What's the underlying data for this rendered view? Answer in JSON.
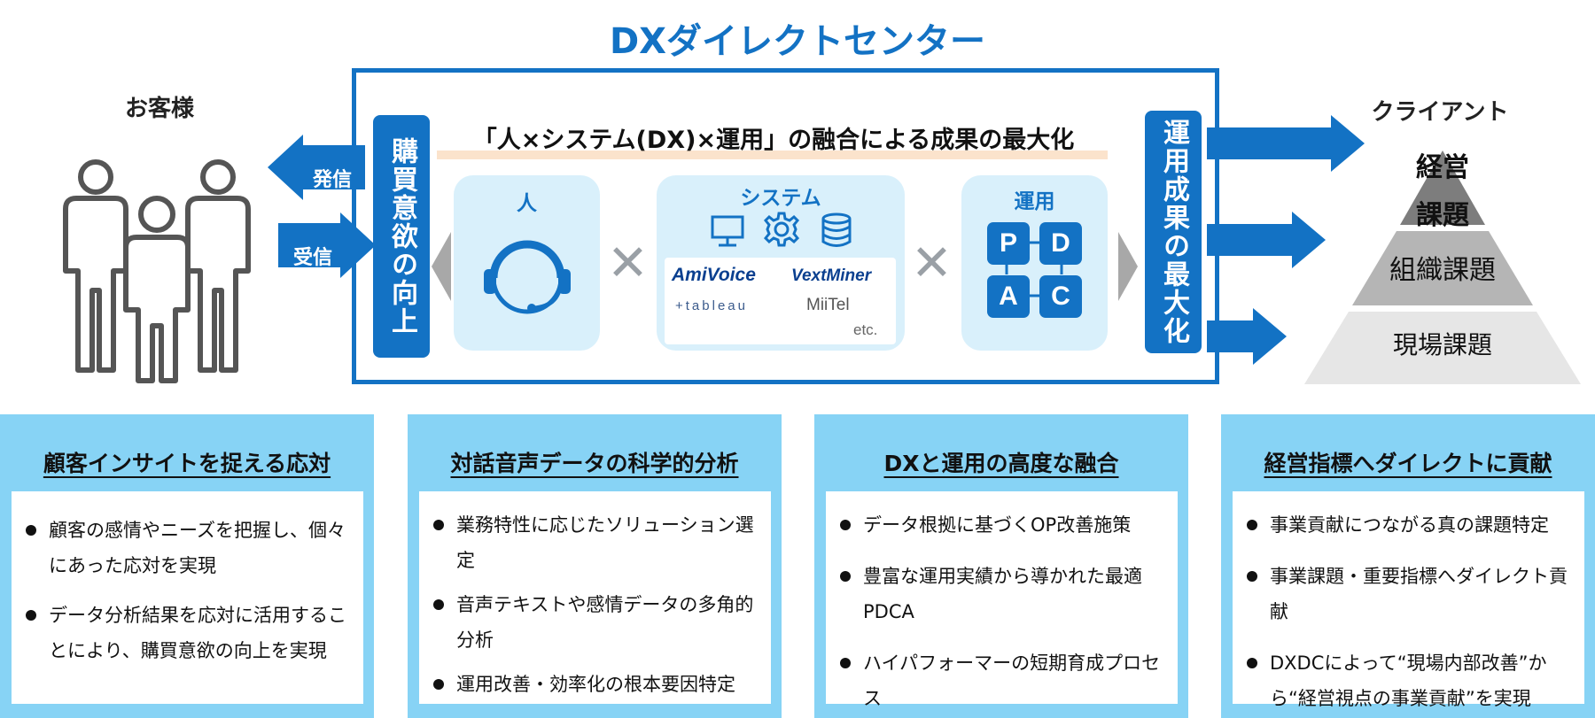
{
  "title": "DXダイレクトセンター",
  "customer_label": "お客様",
  "arrow_send": "発信",
  "arrow_receive": "受信",
  "left_bar": "購買意欲の向上",
  "right_bar": "運用成果の最大化",
  "banner": "「人×システム(DX)×運用」の融合による成果の最大化",
  "card_person": "人",
  "card_system": "システム",
  "card_ops": "運用",
  "logos": {
    "amivoice": "AmiVoice",
    "vextminer": "VextMiner",
    "tableau": "+tableau",
    "miitel": "MiiTel",
    "etc": "etc."
  },
  "pdca": [
    "P",
    "D",
    "A",
    "C"
  ],
  "client_label": "クライアント",
  "pyramid": {
    "top_line1": "経営",
    "top_line2": "課題",
    "middle": "組織課題",
    "bottom": "現場課題"
  },
  "colors": {
    "primary": "#1372c4",
    "card": "#d9f0fb",
    "panel": "#87d3f5",
    "pyramid_top": "#7d7d7d",
    "pyramid_mid": "#b5b5b5",
    "pyramid_bottom": "#e6e6e6"
  },
  "panels": [
    {
      "title": "顧客インサイトを捉える応対",
      "items": [
        "顧客の感情やニーズを把握し、個々にあった応対を実現",
        "データ分析結果を応対に活用することにより、購買意欲の向上を実現"
      ]
    },
    {
      "title": "対話音声データの科学的分析",
      "items": [
        "業務特性に応じたソリューション選定",
        "音声テキストや感情データの多角的分析",
        "運用改善・効率化の根本要因特定"
      ]
    },
    {
      "title": "DXと運用の高度な融合",
      "items": [
        "データ根拠に基づくOP改善施策",
        "豊富な運用実績から導かれた最適PDCA",
        "ハイパフォーマーの短期育成プロセス"
      ]
    },
    {
      "title": "経営指標へダイレクトに貢献",
      "items": [
        "事業貢献につながる真の課題特定",
        "事業課題・重要指標へダイレクト貢献",
        "DXDCによって“現場内部改善”から“経営視点の事業貢献”を実現"
      ]
    }
  ]
}
